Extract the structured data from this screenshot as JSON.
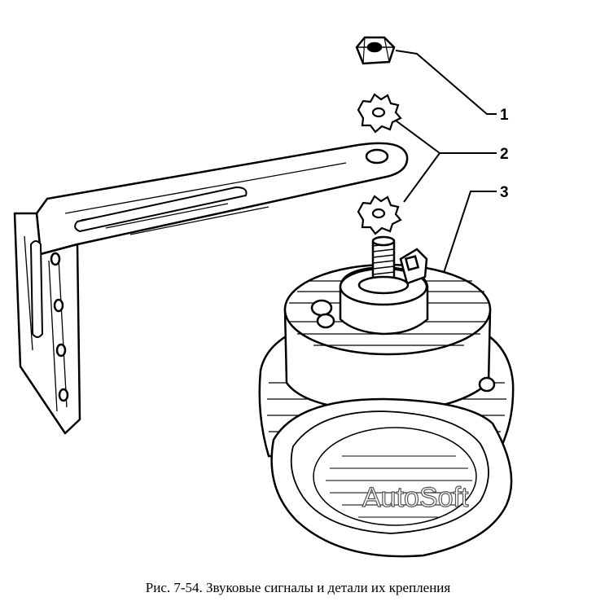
{
  "caption": "Рис. 7-54. Звуковые сигналы и детали их крепления",
  "watermark": "AutoSoft",
  "callouts": [
    {
      "number": "1",
      "part": "nut-1"
    },
    {
      "number": "2",
      "part": "washers-2"
    },
    {
      "number": "3",
      "part": "horn-3"
    }
  ],
  "colors": {
    "ink": "#000000",
    "paper": "#ffffff"
  }
}
